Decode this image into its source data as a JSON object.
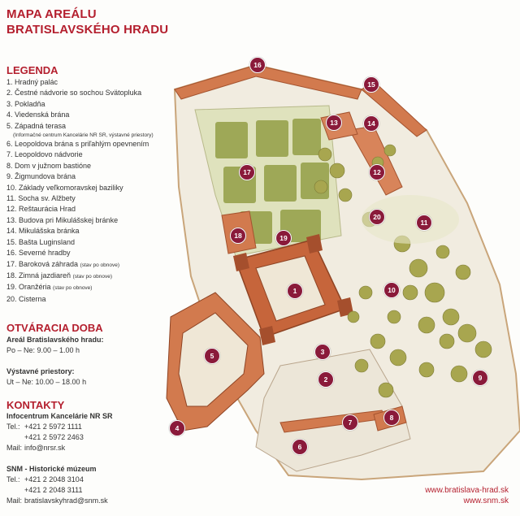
{
  "title_line1": "MAPA AREÁLU",
  "title_line2": "BRATISLAVSKÉHO HRADU",
  "legend": {
    "heading": "LEGENDA",
    "items": [
      {
        "label": "1. Hradný palác",
        "note": ""
      },
      {
        "label": "2. Čestné nádvorie so sochou Svätopluka",
        "note": ""
      },
      {
        "label": "3. Pokladňa",
        "note": ""
      },
      {
        "label": "4. Viedenská brána",
        "note": ""
      },
      {
        "label": "5. Západná terasa",
        "note": ""
      },
      {
        "label": "6. Leopoldova brána s priľahlým opevnením",
        "note": ""
      },
      {
        "label": "7. Leopoldovo nádvorie",
        "note": ""
      },
      {
        "label": "8. Dom v južnom bastióne",
        "note": ""
      },
      {
        "label": "9. Žigmundova brána",
        "note": ""
      },
      {
        "label": "10. Základy veľkomoravskej baziliky",
        "note": ""
      },
      {
        "label": "11. Socha sv. Alžbety",
        "note": ""
      },
      {
        "label": "12. Reštaurácia Hrad",
        "note": ""
      },
      {
        "label": "13. Budova pri Mikulášskej bránke",
        "note": ""
      },
      {
        "label": "14. Mikulášska bránka",
        "note": ""
      },
      {
        "label": "15. Bašta Luginsland",
        "note": ""
      },
      {
        "label": "16. Severné hradby",
        "note": ""
      },
      {
        "label": "17. Baroková záhrada",
        "note": "(stav po obnove)"
      },
      {
        "label": "18. Zimná jazdiareň",
        "note": "(stav po obnove)"
      },
      {
        "label": "19. Oranžéria",
        "note": "(stav po obnove)"
      },
      {
        "label": "20. Cisterna",
        "note": ""
      }
    ],
    "item5_sub": "(Informačné centrum Kancelárie NR SR, výstavné priestory)"
  },
  "hours": {
    "heading": "OTVÁRACIA DOBA",
    "area_label": "Areál Bratislavského hradu:",
    "area_time": "Po – Ne: 9.00 – 1.00 h",
    "exhibit_label": "Výstavné priestory:",
    "exhibit_time": "Ut – Ne: 10.00 – 18.00 h"
  },
  "contacts": {
    "heading": "KONTAKTY",
    "org1": "Infocentrum Kancelárie NR SR",
    "tel_label": "Tel.:",
    "org1_tel1": "+421 2 5972 1111",
    "org1_tel2": "+421 2 5972 2463",
    "mail_label": "Mail:",
    "org1_mail": "info@nrsr.sk",
    "org2": "SNM - Historické múzeum",
    "org2_tel1": "+421 2 2048 3104",
    "org2_tel2": "+421 2 2048 3111",
    "org2_mail": "bratislavskyhrad@snm.sk"
  },
  "urls": {
    "url1": "www.bratislava-hrad.sk",
    "url2": "www.snm.sk"
  },
  "markers": [
    "1",
    "2",
    "3",
    "4",
    "5",
    "6",
    "7",
    "8",
    "9",
    "10",
    "11",
    "12",
    "13",
    "14",
    "15",
    "16",
    "17",
    "18",
    "19",
    "20"
  ],
  "colors": {
    "accent": "#b41f2e",
    "marker": "#8a1a3a",
    "roof": "#c8673f",
    "wall": "#ece6d8",
    "tree": "#a8a64f"
  }
}
